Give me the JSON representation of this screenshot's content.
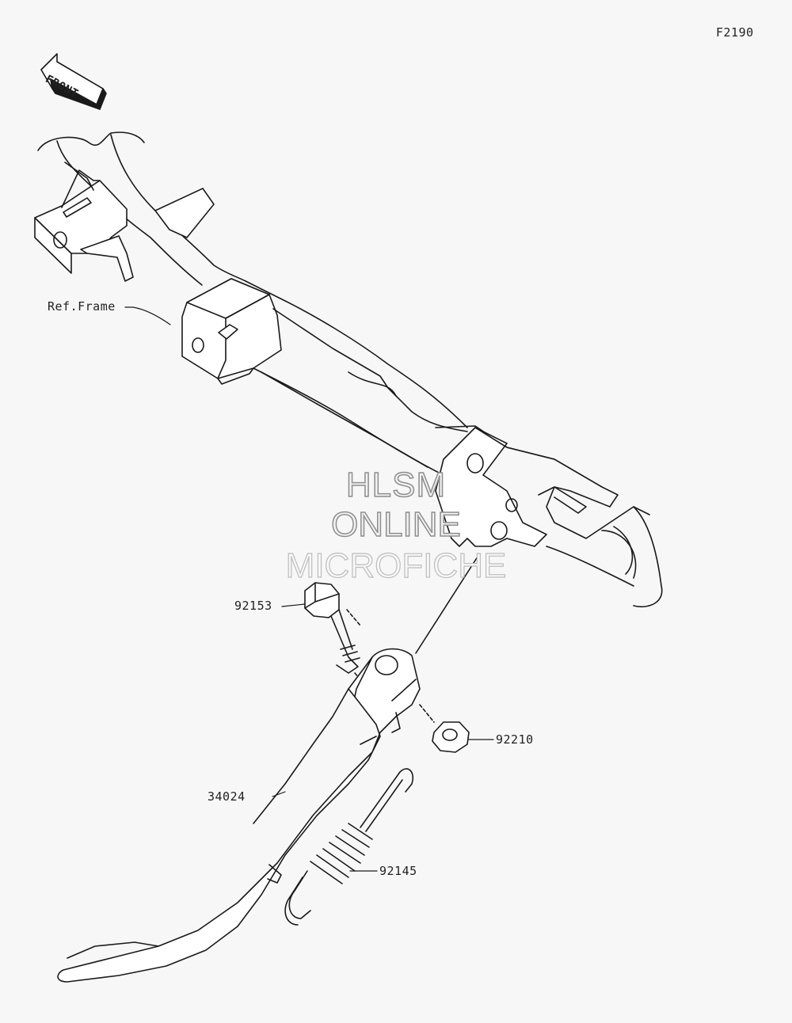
{
  "diagram_code": "F2190",
  "front_label": "FRONT",
  "labels": {
    "ref_frame": "Ref.Frame",
    "bolt": "92153",
    "nut": "92210",
    "side_stand": "34024",
    "spring": "92145"
  },
  "watermark": {
    "line1": "HLSM",
    "line2": "ONLINE",
    "line3": "MICROFICHE"
  }
}
